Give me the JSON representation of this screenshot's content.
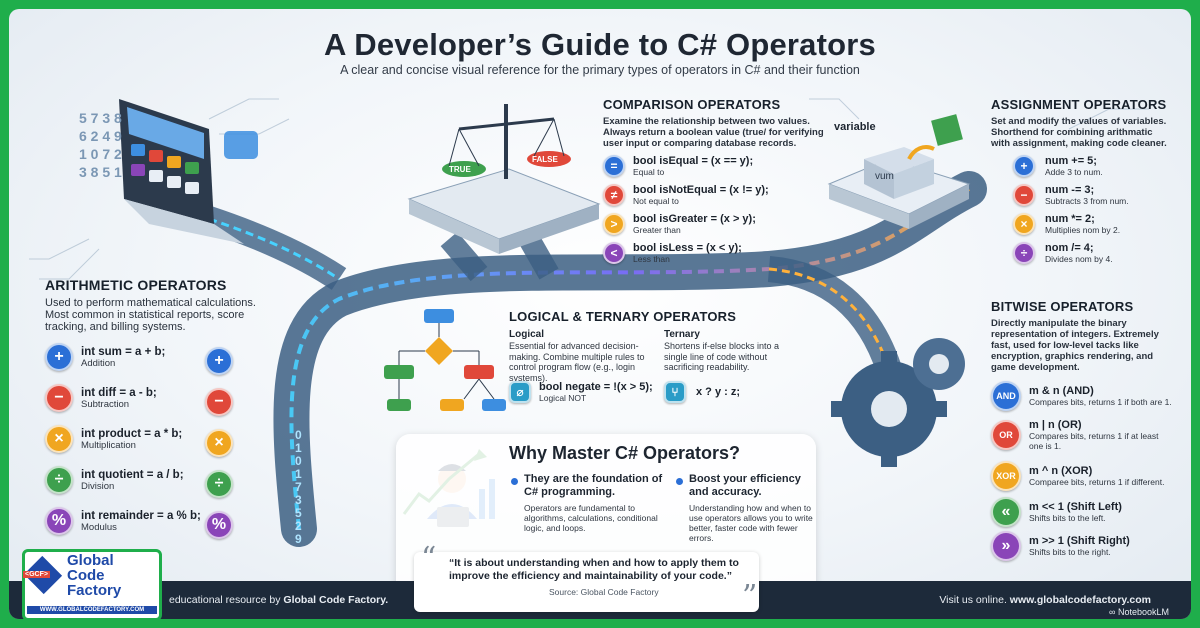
{
  "title": "A Developer’s Guide to C# Operators",
  "subtitle": "A clear and concise visual reference for the primary types of operators in C# and their function",
  "colors": {
    "frame": "#1fae4b",
    "footer": "#1d2a3a",
    "blue": "#2b6fd6",
    "red": "#e0483a",
    "yellow": "#f0a620",
    "green": "#3ea04e",
    "purple": "#8a45b8"
  },
  "arithmetic": {
    "heading": "ARITHMETIC OPERATORS",
    "description": "Used to perform mathematical calculations. Most common in statistical reports, score tracking, and billing systems.",
    "items": [
      {
        "icon": "plus-icon",
        "symbol": "+",
        "code": "int sum = a + b;",
        "caption": "Addition"
      },
      {
        "icon": "minus-icon",
        "symbol": "−",
        "code": "int diff = a - b;",
        "caption": "Subtraction"
      },
      {
        "icon": "multiply-icon",
        "symbol": "×",
        "code": "int product = a * b;",
        "caption": "Multiplication"
      },
      {
        "icon": "divide-icon",
        "symbol": "÷",
        "code": "int quotient = a / b;",
        "caption": "Division"
      },
      {
        "icon": "percent-icon",
        "symbol": "%",
        "code": "int remainder = a % b;",
        "caption": "Modulus"
      }
    ]
  },
  "comparison": {
    "heading": "COMPARISON OPERATORS",
    "description": "Examine the relationship between two values. Always return a boolean value (true/ for verifying user input or comparing database records.",
    "scale_true": "TRUE",
    "scale_false": "FALSE",
    "items": [
      {
        "icon": "equal-icon",
        "symbol": "=",
        "code": "bool isEqual = (x == y);",
        "caption": "Equal to"
      },
      {
        "icon": "not-equal-icon",
        "symbol": "≠",
        "code": "bool isNotEqual = (x != y);",
        "caption": "Not equal to"
      },
      {
        "icon": "greater-than-icon",
        "symbol": ">",
        "code": "bool isGreater = (x > y);",
        "caption": "Greater than"
      },
      {
        "icon": "less-than-icon",
        "symbol": "<",
        "code": "bool isLess = (x < y);",
        "caption": "Less than"
      }
    ]
  },
  "assignment": {
    "heading": "ASSIGNMENT OPERATORS",
    "description": "Set and modify the values of variables. Shorthend for combining arithmatic with assignment, making code cleaner.",
    "variable_label": "variable",
    "box_label": "vum",
    "items": [
      {
        "icon": "plus-icon",
        "symbol": "+",
        "code": "num += 5;",
        "caption": "Adde 3 to num."
      },
      {
        "icon": "minus-icon",
        "symbol": "−",
        "code": "num -= 3;",
        "caption": "Subtracts 3 from num."
      },
      {
        "icon": "multiply-icon",
        "symbol": "×",
        "code": "num *= 2;",
        "caption": "Multiplies nom by 2."
      },
      {
        "icon": "divide-icon",
        "symbol": "÷",
        "code": "nom /= 4;",
        "caption": "Divides nom by 4."
      }
    ]
  },
  "logical": {
    "heading": "LOGICAL & TERNARY OPERATORS",
    "logical_title": "Logical",
    "logical_desc": "Essential for advanced decision-making. Combine multiple rules to control program flow (e.g., login systems).",
    "ternary_title": "Ternary",
    "ternary_desc": "Shortens if-else blocks into a single line of code without sacrificing readability.",
    "logical_code": "bool negate = !(x > 5);",
    "logical_caption": "Logical NOT",
    "ternary_code": "x ? y : z;"
  },
  "bitwise": {
    "heading": "BITWISE OPERATORS",
    "description": "Directly manipulate the binary representation of integers. Extremely fast, used for low-level tacks like encryption, graphics rendering, and game development.",
    "items": [
      {
        "badge": "AND",
        "code": "m & n (AND)",
        "caption": "Compares bits, returns 1 if both are 1."
      },
      {
        "badge": "OR",
        "code": "m | n (OR)",
        "caption": "Compares bits, returns 1 if at least one is 1."
      },
      {
        "badge": "XOR",
        "code": "m ^ n (XOR)",
        "caption": "Comparee bits, returns 1 if different."
      },
      {
        "badge": "«",
        "code": "m << 1 (Shift Left)",
        "caption": "Shifts bits to the left."
      },
      {
        "badge": "»",
        "code": "m >> 1 (Shift Right)",
        "caption": "Shifts bits to the right."
      }
    ]
  },
  "why": {
    "heading": "Why Master C# Operators?",
    "point1_title": "They are the foundation of C# programming.",
    "point1_desc": "Operators are fundamental to algorithms, calculations, conditional logic, and loops.",
    "point2_title": "Boost your efficiency and accuracy.",
    "point2_desc": "Understanding how and when to use operators allows you to write better, faster code with fewer errors."
  },
  "quote": {
    "text": "“It is about understanding when and how to apply them to improve the efficiency and maintainability of your code.”",
    "source": "Source: Global Code Factory"
  },
  "footer": {
    "left_prefix": "educational resource by ",
    "left_brand": "Global Code Factory.",
    "right_prefix": "Visit us online. ",
    "right_url": "www.globalcodefactory.com",
    "notebook": "NotebookLM"
  },
  "logo": {
    "line1": "Global",
    "line2": "Code",
    "line3": "Factory",
    "badge": "<GCF>",
    "url": "WWW.GLOBALCODEFACTORY.COM"
  },
  "calculator_digits": "5 7 3 8 6 2 4 9 1 0 7 2 3 8 5 1",
  "road_digits": "0 1 0 1 7 3 5 2 9"
}
